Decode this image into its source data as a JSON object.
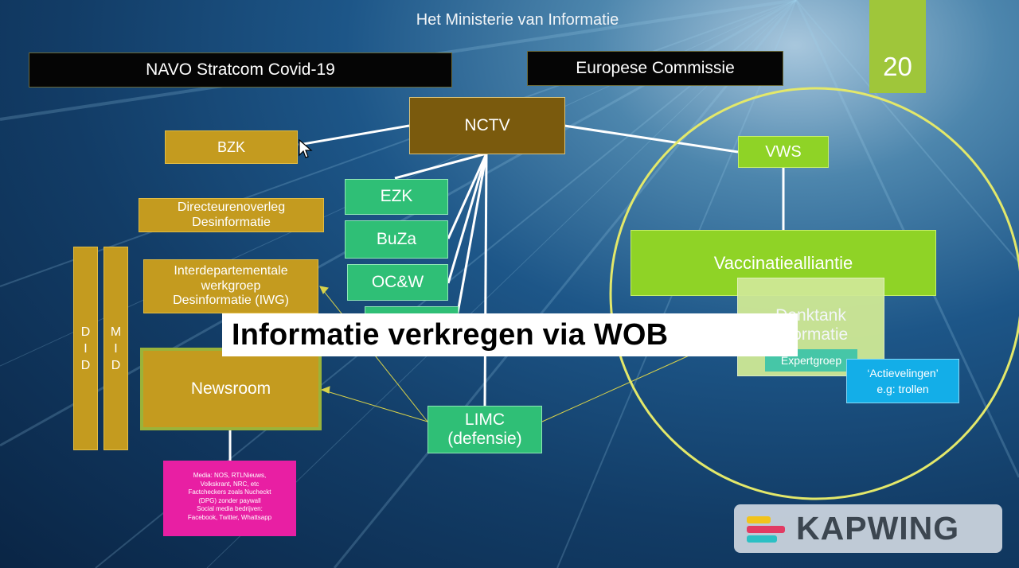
{
  "slide": {
    "title": "Het Ministerie van Informatie",
    "page_number": "20"
  },
  "boxes": {
    "navo": "NAVO Stratcom Covid-19",
    "ec": "Europese Commissie",
    "nctv": "NCTV",
    "bzk": "BZK",
    "directeuren_line1": "Directeurenoverleg",
    "directeuren_line2": "Desinformatie",
    "iwg_line1": "Interdepartementale",
    "iwg_line2": "werkgroep",
    "iwg_line3": "Desinformatie (IWG)",
    "newsroom": "Newsroom",
    "ezk": "EZK",
    "buza": "BuZa",
    "ocw": "OC&W",
    "limc_line1": "LIMC",
    "limc_line2": "(defensie)",
    "vws": "VWS",
    "vaccinatie": "Vaccinatiealliantie",
    "denktank_line1": "Denktank",
    "denktank_line2": "Informatie",
    "expert": "Expertgroep",
    "actie_line1": "‘Actievelingen’",
    "actie_line2": "e.g: trollen",
    "did": [
      "D",
      "I",
      "D"
    ],
    "mid": [
      "M",
      "I",
      "D"
    ]
  },
  "media": [
    "Media: NOS, RTLNieuws,",
    "Volkskrant, NRC, etc",
    "Factcheckers zoals Nucheckt",
    "(DPG) zonder paywall",
    "Social media bedrijven:",
    "Facebook, Twitter, Whattsapp"
  ],
  "banner": "Informatie verkregen via WOB",
  "watermark": "KAPWING",
  "colors": {
    "gold": "#c49b1f",
    "brown": "#7a5a0d",
    "green": "#2fbf76",
    "lime": "#8fd326",
    "magenta": "#e81fa3",
    "cyan": "#13aee8",
    "circle": "#e3e86a"
  }
}
